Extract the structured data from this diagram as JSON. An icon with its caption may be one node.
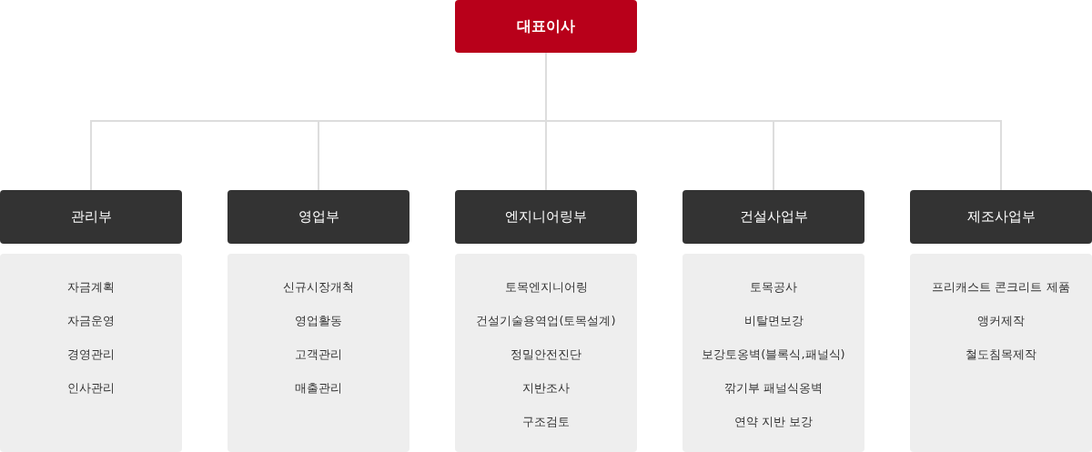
{
  "diagram": {
    "nodes": [
      {
        "text": [
          "대표이사"
        ]
      },
      {
        "text": [
          "관리부"
        ]
      },
      {
        "text": [
          "영업부"
        ]
      },
      {
        "text": [
          "엔지니어링부"
        ]
      },
      {
        "text": [
          "건설사업부"
        ]
      },
      {
        "text": [
          "제조사업부"
        ]
      },
      {
        "text": [
          "자금계획",
          "자금운영",
          "경영관리",
          "인사관리"
        ]
      },
      {
        "text": [
          "신규시장개척",
          "영업활동",
          "고객관리",
          "매출관리"
        ]
      },
      {
        "text": [
          "토목엔지니어링",
          "건설기술용역업(토목설계)",
          "정밀안전진단",
          "지반조사",
          "구조검토"
        ]
      },
      {
        "text": [
          "토목공사",
          "비탈면보강",
          "보강토옹벽(블록식,패널식)",
          "깎기부 패널식옹벽",
          "연약 지반 보강"
        ]
      },
      {
        "text": [
          "프리캐스트 콘크리트 제품",
          "앵커제작",
          "철도침목제작"
        ]
      }
    ],
    "edges": [
      {
        "from": 0,
        "to": 1,
        "arrow": "none"
      },
      {
        "from": 0,
        "to": 2,
        "arrow": "none"
      },
      {
        "from": 0,
        "to": 3,
        "arrow": "none"
      },
      {
        "from": 0,
        "to": 4,
        "arrow": "none"
      },
      {
        "from": 0,
        "to": 5,
        "arrow": "none"
      }
    ]
  }
}
